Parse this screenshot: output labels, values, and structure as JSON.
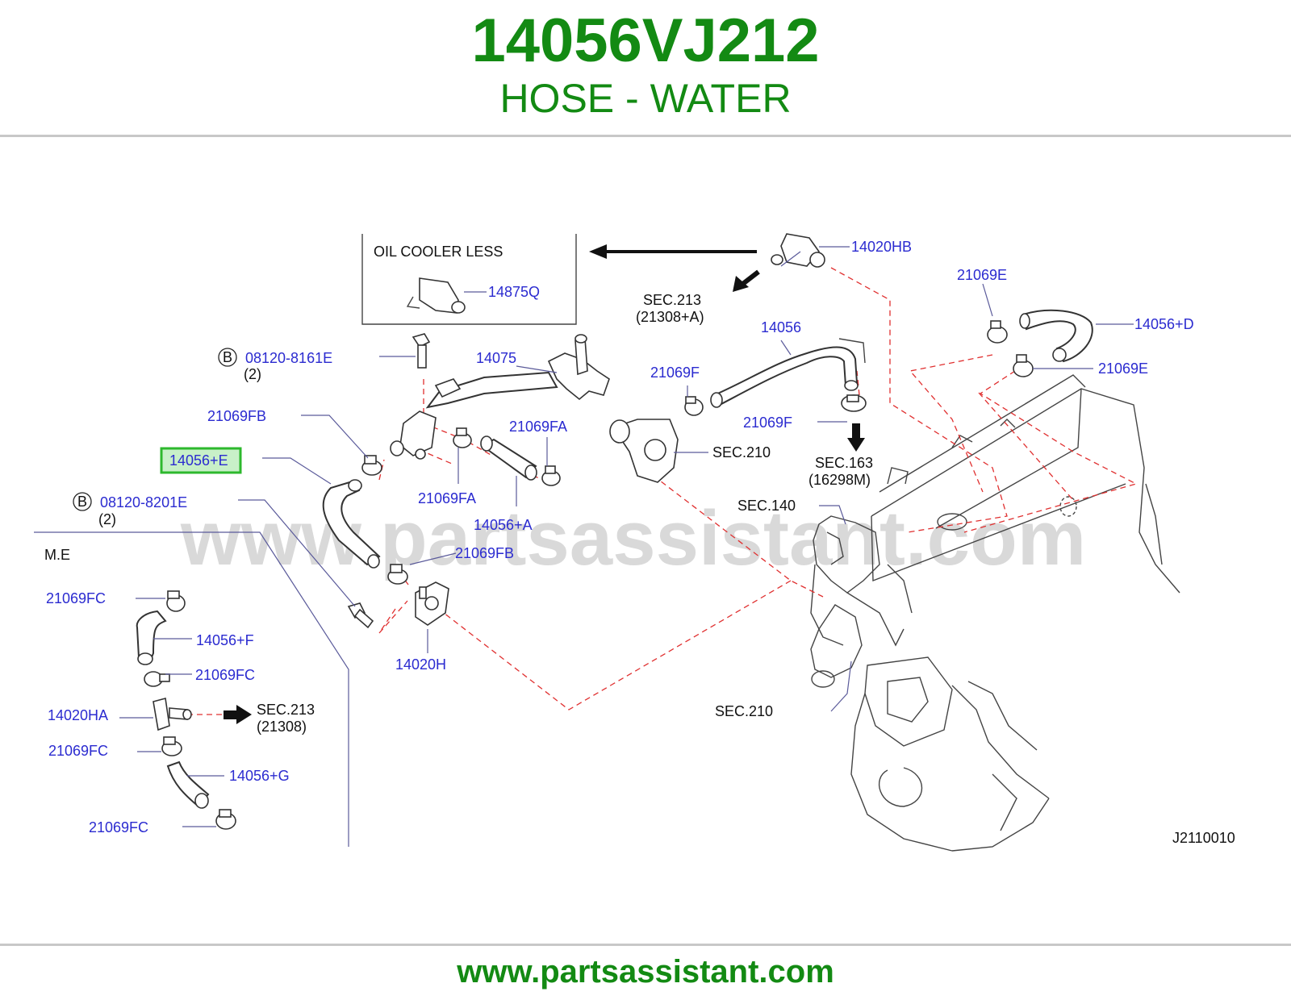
{
  "header": {
    "part_number": "14056VJ212",
    "part_name": "HOSE - WATER"
  },
  "diagram": {
    "watermark": "www.partsassistant.com",
    "diagram_code": "J2110010",
    "inset_title": "OIL   COOLER   LESS",
    "me_label": "M.E",
    "highlighted_part": "14056+E",
    "labels": {
      "p14020HB": "14020HB",
      "p14875Q": "14875Q",
      "sec213a": "SEC.213",
      "sec213a_sub": "(21308+A)",
      "p14056": "14056",
      "p21069E_top": "21069E",
      "p14056D": "14056+D",
      "p21069E_bot": "21069E",
      "bolt1_badge": "B",
      "bolt1": "08120-8161E",
      "bolt1_qty": "(2)",
      "p14075": "14075",
      "p21069F_left": "21069F",
      "p21069FB_top": "21069FB",
      "p21069FA_right": "21069FA",
      "p21069F_right": "21069F",
      "sec210_top": "SEC.210",
      "sec163": "SEC.163",
      "sec163_sub": "(16298M)",
      "p21069FA_left": "21069FA",
      "bolt2_badge": "B",
      "bolt2": "08120-8201E",
      "bolt2_qty": "(2)",
      "p14056A": "14056+A",
      "sec140": "SEC.140",
      "p21069FB_bot": "21069FB",
      "p21069FC_1": "21069FC",
      "p14056F": "14056+F",
      "p21069FC_2": "21069FC",
      "p14020H": "14020H",
      "p14020HA": "14020HA",
      "sec213b": "SEC.213",
      "sec213b_sub": "(21308)",
      "sec210_bot": "SEC.210",
      "p21069FC_3": "21069FC",
      "p14056G": "14056+G",
      "p21069FC_4": "21069FC"
    }
  },
  "footer": {
    "url": "www.partsassistant.com"
  },
  "colors": {
    "brand_green": "#138a13",
    "label_blue": "#2b2bd0",
    "highlight_green": "#2db82d",
    "highlight_fill": "#c8f0c8",
    "dashed_red": "#e03030"
  }
}
